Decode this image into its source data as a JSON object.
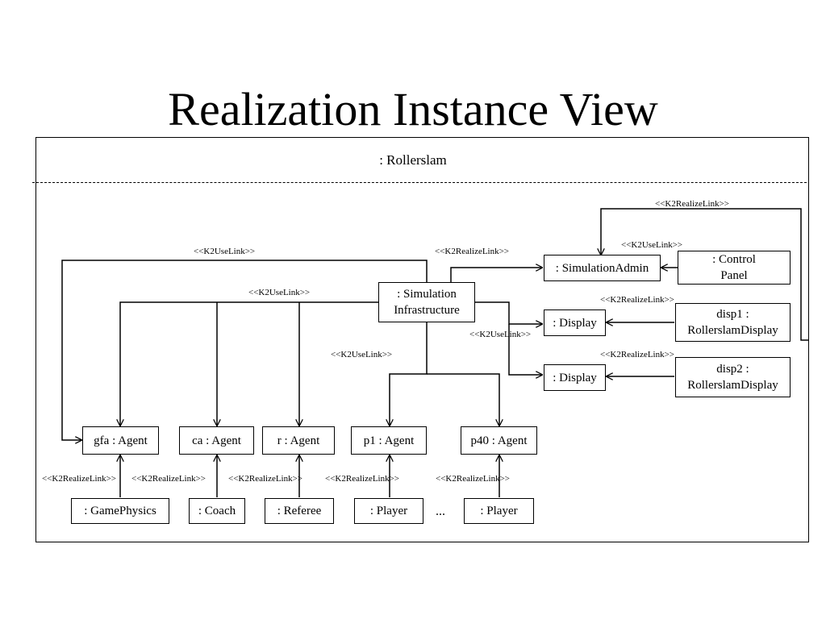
{
  "slide": {
    "title": "Realization Instance View",
    "package_name": ": Rollerslam",
    "ellipsis": "..."
  },
  "boxes": {
    "simulation_admin": ": SimulationAdmin",
    "control_panel": ": Control\nPanel",
    "simulation_infrastructure": ": Simulation\nInfrastructure",
    "display_1": ": Display",
    "display_2": ": Display",
    "disp1": "disp1 :\nRollerslamDisplay",
    "disp2": "disp2 :\nRollerslamDisplay",
    "gfa_agent": "gfa : Agent",
    "ca_agent": "ca : Agent",
    "r_agent": "r : Agent",
    "p1_agent": "p1 : Agent",
    "p40_agent": "p40 : Agent",
    "game_physics": ": GamePhysics",
    "coach": ": Coach",
    "referee": ": Referee",
    "player_1": ": Player",
    "player_40": ": Player"
  },
  "links": {
    "realize_top": "<<K2RealizeLink>>",
    "use_control": "<<K2UseLink>>",
    "realize_admin": "<<K2RealizeLink>>",
    "use_gfa": "<<K2UseLink>>",
    "use_agents": "<<K2UseLink>>",
    "realize_disp1": "<<K2RealizeLink>>",
    "use_display": "<<K2UseLink>>",
    "use_players": "<<K2UseLink>>",
    "realize_disp2": "<<K2RealizeLink>>",
    "realize_gamephysics": "<<K2RealizeLink>>",
    "realize_coach": "<<K2RealizeLink>>",
    "realize_referee": "<<K2RealizeLink>>",
    "realize_player1": "<<K2RealizeLink>>",
    "realize_player40": "<<K2RealizeLink>>"
  }
}
